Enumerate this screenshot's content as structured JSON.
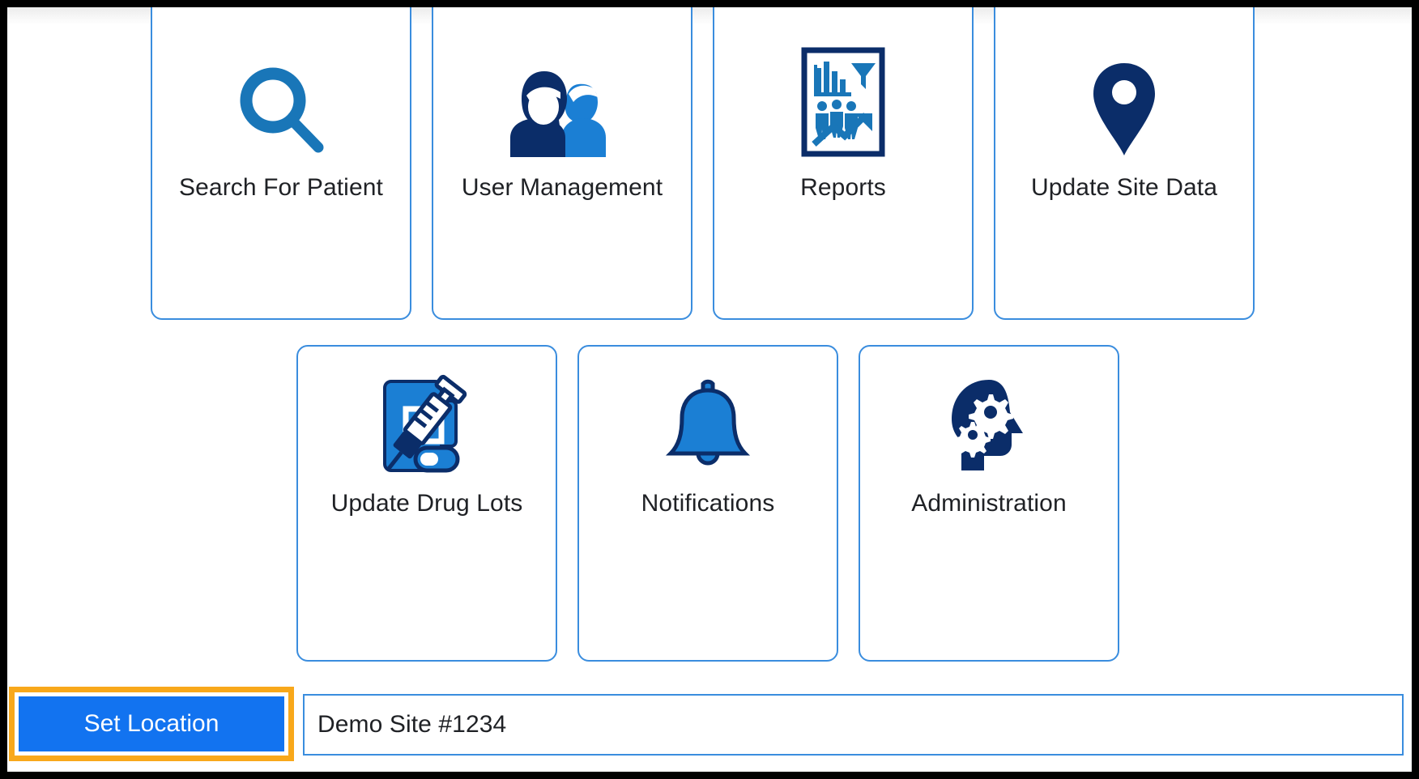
{
  "app": {
    "accent_blue": "#1273f0",
    "card_border_blue": "#3a8dde",
    "icon_blue": "#1976b8",
    "icon_navy": "#0b2d69",
    "focus_orange": "#f8a81b",
    "text_color": "#1f2125"
  },
  "tiles_row1": [
    {
      "label": "Search For Patient",
      "icon": "magnifier-icon"
    },
    {
      "label": "User Management",
      "icon": "two-users-icon"
    },
    {
      "label": "Reports",
      "icon": "report-document-chart-icon"
    },
    {
      "label": "Update Site Data",
      "icon": "map-pin-icon"
    }
  ],
  "tiles_row2": [
    {
      "label": "Update Drug Lots",
      "icon": "vial-syringe-pill-icon"
    },
    {
      "label": "Notifications",
      "icon": "bell-icon"
    },
    {
      "label": "Administration",
      "icon": "head-gears-icon"
    }
  ],
  "bottom_bar": {
    "set_location_label": "Set Location",
    "site_value": "Demo Site #1234",
    "site_placeholder": "Demo Site #1234"
  }
}
